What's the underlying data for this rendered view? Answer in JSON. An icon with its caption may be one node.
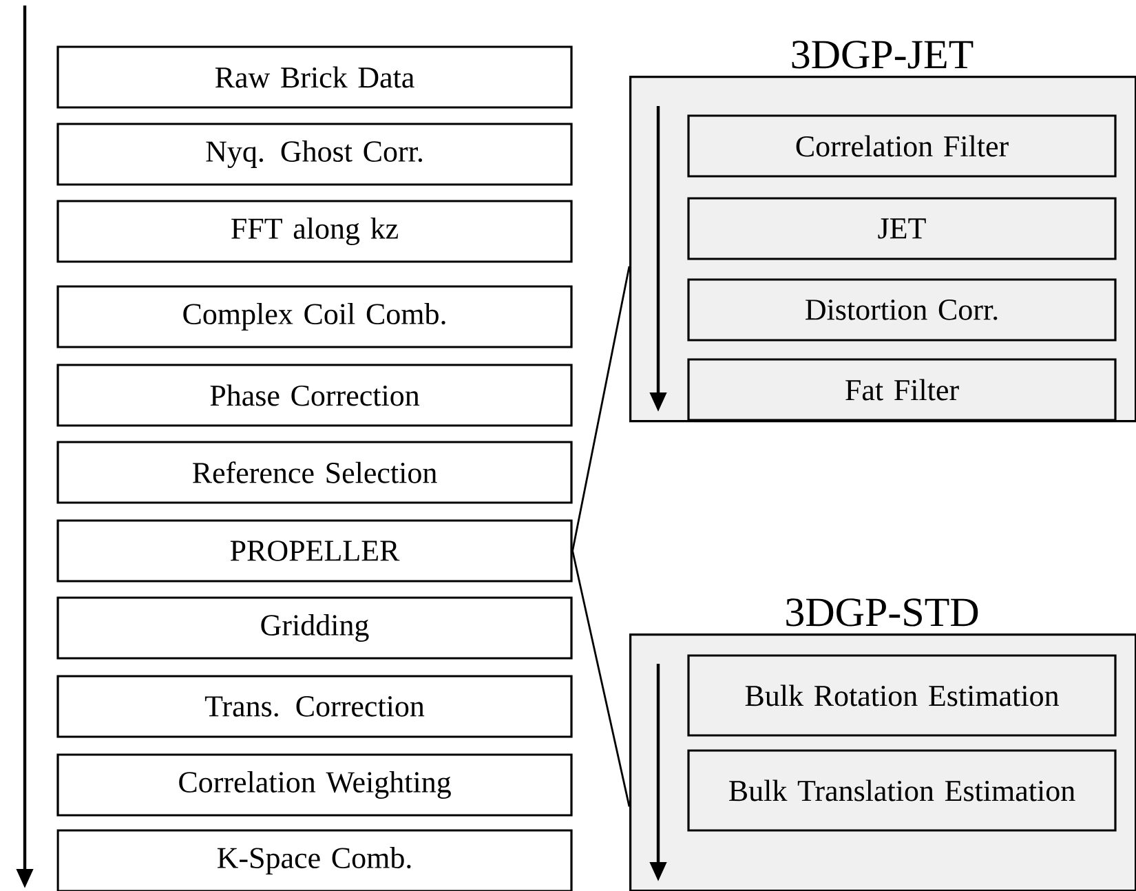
{
  "diagram": {
    "nodes": [
      {
        "text": [
          "Raw Brick Data"
        ]
      },
      {
        "text": [
          "Nyq. Ghost Corr."
        ]
      },
      {
        "text": [
          "FFT along kz"
        ]
      },
      {
        "text": [
          "Complex Coil Comb."
        ]
      },
      {
        "text": [
          "Phase Correction"
        ]
      },
      {
        "text": [
          "Reference Selection"
        ]
      },
      {
        "text": [
          "PROPELLER"
        ]
      },
      {
        "text": [
          "Gridding"
        ]
      },
      {
        "text": [
          "Trans. Correction"
        ]
      },
      {
        "text": [
          "Correlation Weighting"
        ]
      },
      {
        "text": [
          "K-Space Comb."
        ]
      },
      {
        "text": [
          "3DGP-JET"
        ]
      },
      {
        "text": [
          "Correlation Filter"
        ],
        "in": 11
      },
      {
        "text": [
          "JET"
        ],
        "in": 11
      },
      {
        "text": [
          "Distortion Corr."
        ],
        "in": 11
      },
      {
        "text": [
          "Fat Filter"
        ],
        "in": 11
      },
      {
        "text": [
          "3DGP-STD"
        ]
      },
      {
        "text": [
          "Bulk Rotation Estimation"
        ],
        "in": 16
      },
      {
        "text": [
          "Bulk Translation Estimation"
        ],
        "in": 16
      }
    ],
    "edges": [
      {
        "from": 6,
        "to": 11,
        "arrow": "none"
      },
      {
        "from": 6,
        "to": 16,
        "arrow": "none"
      }
    ]
  }
}
